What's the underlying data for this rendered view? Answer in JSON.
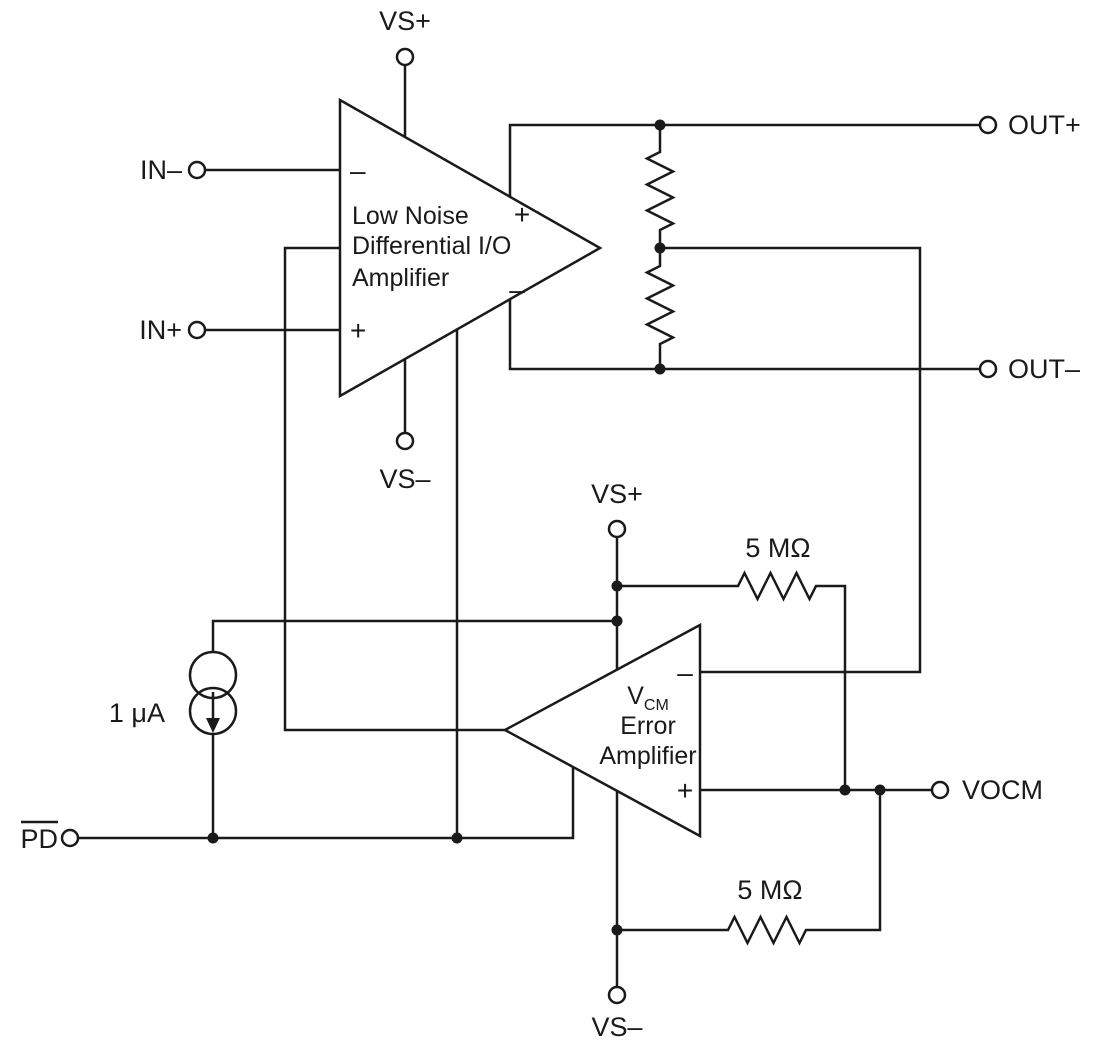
{
  "colors": {
    "ink": "#1a1a1a",
    "background": "#ffffff"
  },
  "terminals": {
    "vs_plus_main": "VS+",
    "vs_minus_main": "VS–",
    "in_minus": "IN–",
    "in_plus": "IN+",
    "out_plus": "OUT+",
    "out_minus": "OUT–",
    "vs_plus_err": "VS+",
    "vs_minus_err": "VS–",
    "vocm": "VOCM",
    "pd": "PD"
  },
  "main_amp": {
    "label_line1": "Low Noise",
    "label_line2": "Differential I/O",
    "label_line3": "Amplifier",
    "input_minus_sign": "–",
    "input_plus_sign": "+",
    "output_plus_sign": "+",
    "output_minus_sign": "–"
  },
  "error_amp": {
    "label_v": "V",
    "label_v_sub": "CM",
    "label_line2": "Error",
    "label_line3": "Amplifier",
    "input_minus_sign": "–",
    "input_plus_sign": "+"
  },
  "components": {
    "resistor_top": "5 MΩ",
    "resistor_bottom": "5 MΩ",
    "current_source": "1 μA"
  }
}
